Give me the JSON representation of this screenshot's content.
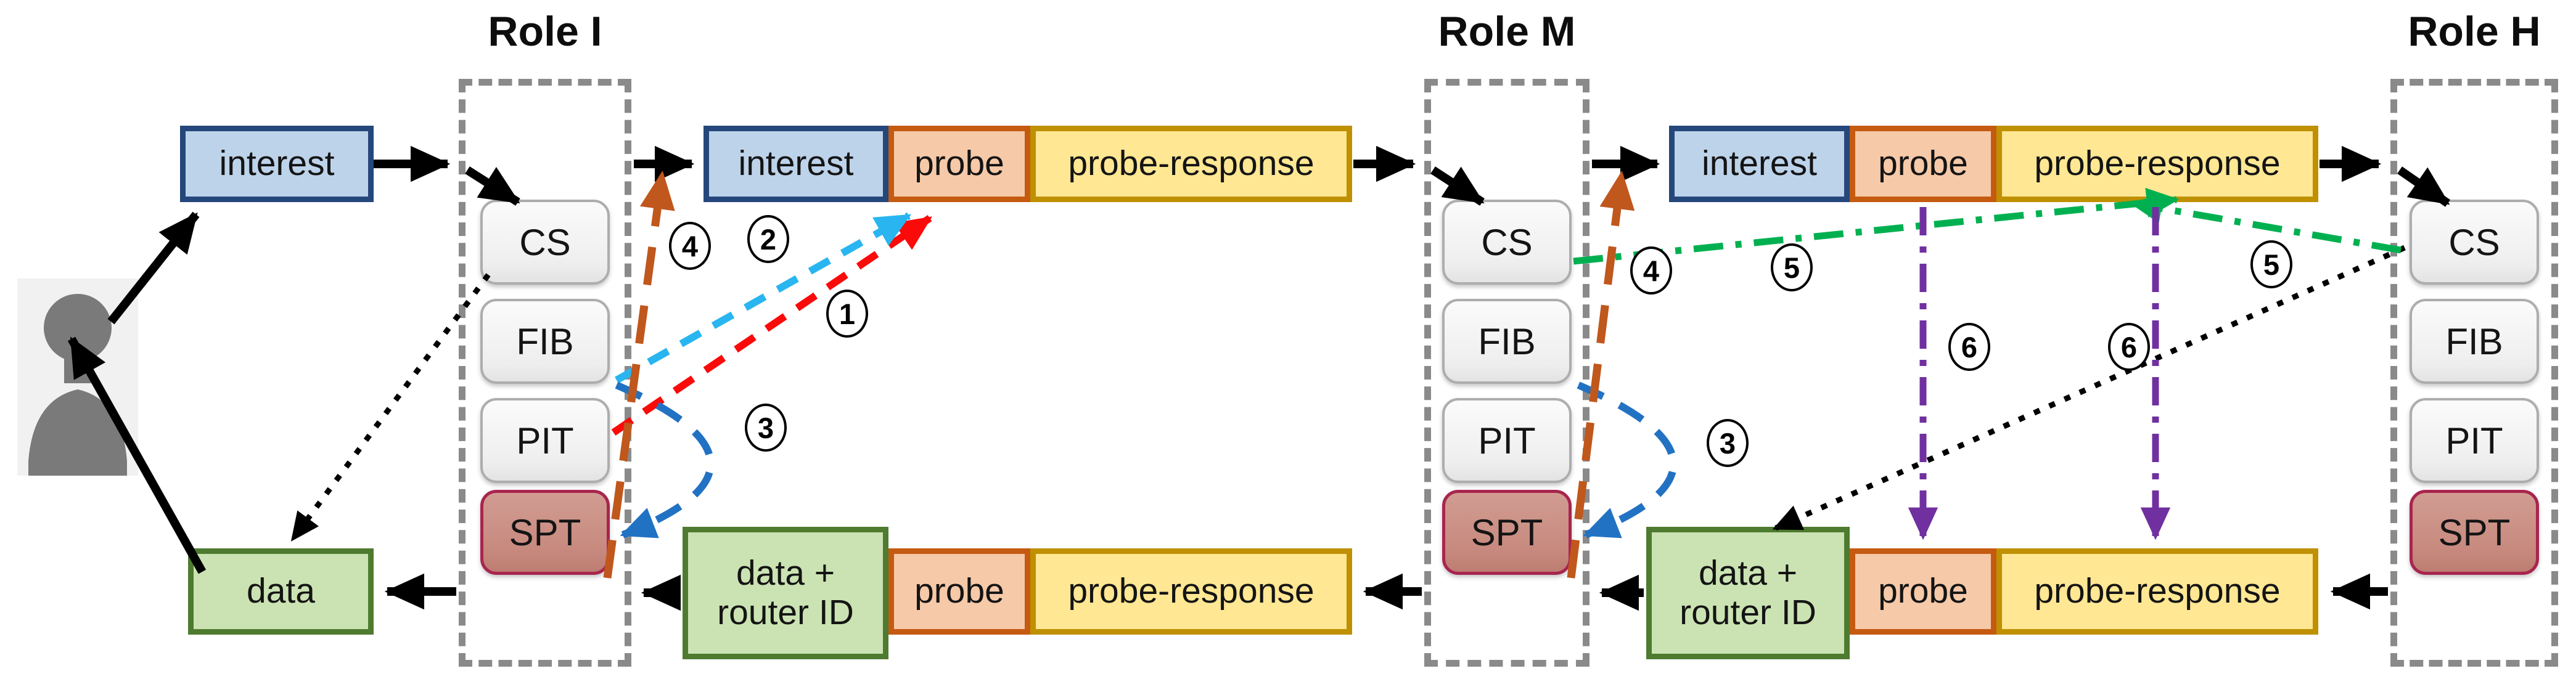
{
  "roles": [
    {
      "label": "Role I"
    },
    {
      "label": "Role M"
    },
    {
      "label": "Role H"
    }
  ],
  "tables": {
    "cs": "CS",
    "fib": "FIB",
    "pit": "PIT",
    "spt": "SPT"
  },
  "messages": {
    "interest": "interest",
    "probe": "probe",
    "probe_response": "probe-response",
    "data": "data",
    "data_router_line1": "data +",
    "data_router_line2": "router ID"
  },
  "steps": {
    "s1": "1",
    "s2": "2",
    "s3": "3",
    "s4": "4",
    "s5": "5",
    "s6": "6"
  },
  "icons": {
    "person": "user-silhouette-icon"
  },
  "colors": {
    "interest_fill": "#bdd3ea",
    "interest_border": "#25477b",
    "probe_fill": "#f6c9a8",
    "probe_border": "#c55a11",
    "probe_response_fill": "#ffe793",
    "probe_response_border": "#bf9000",
    "data_fill": "#cbe3b3",
    "data_border": "#4e7b2f",
    "table_fill": "#f2f2f2",
    "table_border": "#adadad",
    "spt_fill": "#c88a7f",
    "spt_border": "#a8254e",
    "role_dash": "#8a8a8a",
    "arrow_black": "#000000",
    "arrow_red": "#fb0a0a",
    "arrow_cyan": "#29b5f0",
    "arrow_blue": "#2272c3",
    "arrow_orange": "#c0571c",
    "arrow_green": "#00b050",
    "arrow_purple": "#7030a0",
    "person_gray": "#7a7a7a"
  }
}
